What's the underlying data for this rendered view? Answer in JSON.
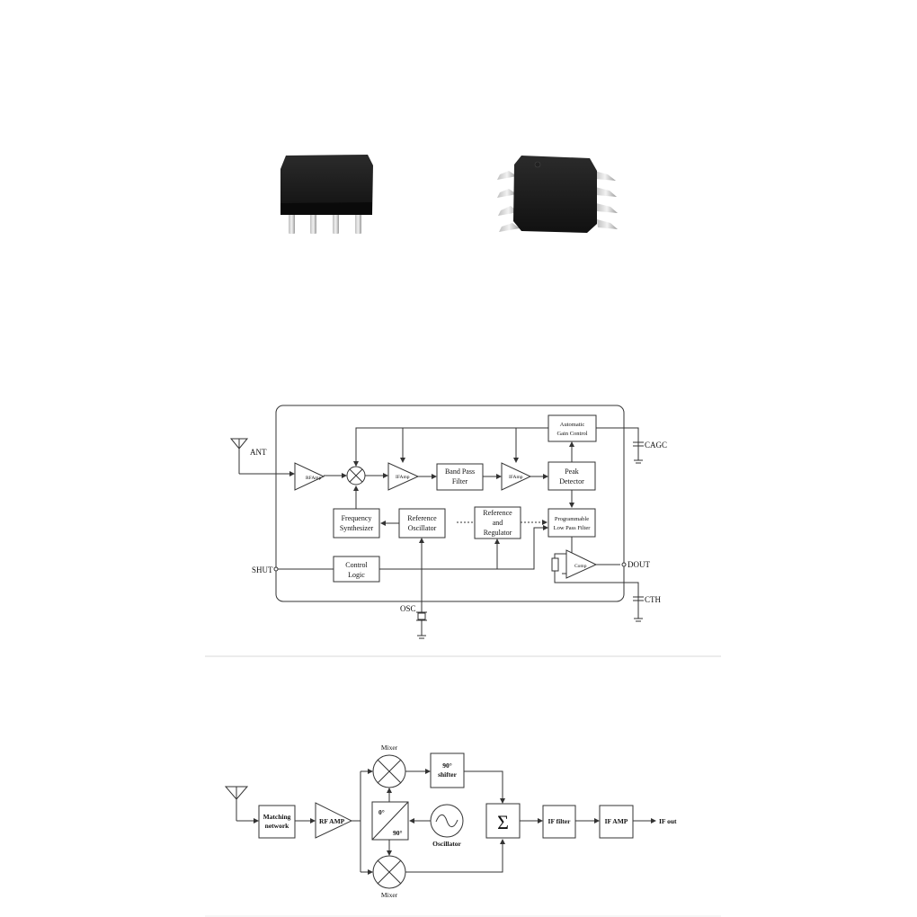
{
  "diagram1": {
    "pins": {
      "ant": "ANT",
      "shut": "SHUT",
      "osc": "OSC",
      "cagc": "CAGC",
      "dout": "DOUT",
      "cth": "CTH"
    },
    "blocks": {
      "rf_amp": "RFAmp",
      "if_amp_1": "IFAmp",
      "band_pass": [
        "Band Pass",
        "Filter"
      ],
      "if_amp_2": "IFAmp",
      "peak_detector": [
        "Peak",
        "Detector"
      ],
      "agc": [
        "Automatic",
        "Gain Control"
      ],
      "freq_synth": [
        "Frequency",
        "Synthesizer"
      ],
      "ref_osc": [
        "Reference",
        "Oscillator"
      ],
      "ref_reg": [
        "Reference",
        "and",
        "Regulator"
      ],
      "lpf": [
        "Programmable",
        "Low Pass Filter"
      ],
      "control_logic": [
        "Control",
        "Logic"
      ],
      "comp": "Comp"
    }
  },
  "diagram2": {
    "matching": [
      "Matching",
      "network"
    ],
    "rf_amp": "RF AMP",
    "mixer_top": "Mixer",
    "mixer_bottom": "Mixer",
    "shifter": [
      "90°",
      "shifter"
    ],
    "splitter_top": "0°",
    "splitter_bottom": "90°",
    "oscillator": "Oscillator",
    "summer": "Σ",
    "if_filter": "IF filter",
    "if_amp": "IF AMP",
    "if_out": "IF out"
  }
}
